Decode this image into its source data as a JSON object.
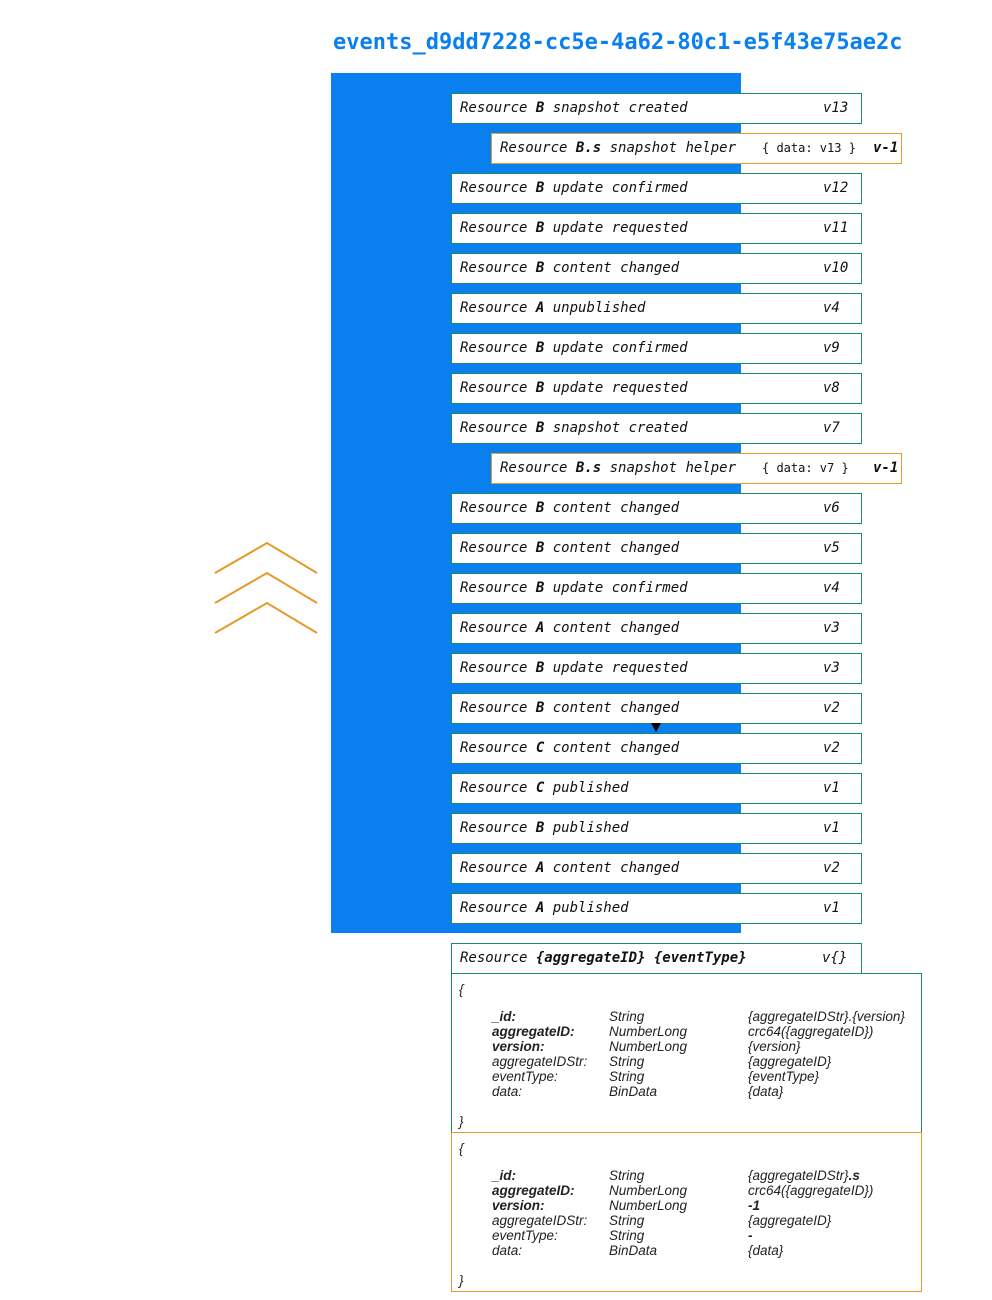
{
  "title": "events_d9dd7228-cc5e-4a62-80c1-e5f43e75ae2c",
  "events": [
    {
      "pre": "Resource ",
      "agg": "B",
      "post": " snapshot created",
      "ver": "v13"
    },
    {
      "pre": "Resource ",
      "agg": "B.s",
      "post": " snapshot helper",
      "data": "{ data: v13 }",
      "ver": "v-1",
      "helper": true
    },
    {
      "pre": "Resource ",
      "agg": "B",
      "post": " update confirmed",
      "ver": "v12"
    },
    {
      "pre": "Resource ",
      "agg": "B",
      "post": " update requested",
      "ver": "v11"
    },
    {
      "pre": "Resource ",
      "agg": "B",
      "post": " content changed",
      "ver": "v10"
    },
    {
      "pre": "Resource ",
      "agg": "A",
      "post": " unpublished",
      "ver": "v4"
    },
    {
      "pre": "Resource ",
      "agg": "B",
      "post": " update confirmed",
      "ver": "v9"
    },
    {
      "pre": "Resource ",
      "agg": "B",
      "post": " update requested",
      "ver": "v8"
    },
    {
      "pre": "Resource ",
      "agg": "B",
      "post": " snapshot created",
      "ver": "v7"
    },
    {
      "pre": "Resource ",
      "agg": "B.s",
      "post": " snapshot helper",
      "data": "{ data: v7 }",
      "ver": "v-1",
      "helper": true
    },
    {
      "pre": "Resource ",
      "agg": "B",
      "post": " content changed",
      "ver": "v6"
    },
    {
      "pre": "Resource ",
      "agg": "B",
      "post": " content changed",
      "ver": "v5"
    },
    {
      "pre": "Resource ",
      "agg": "B",
      "post": " update confirmed",
      "ver": "v4"
    },
    {
      "pre": "Resource ",
      "agg": "A",
      "post": " content changed",
      "ver": "v3"
    },
    {
      "pre": "Resource ",
      "agg": "B",
      "post": " update requested",
      "ver": "v3"
    },
    {
      "pre": "Resource ",
      "agg": "B",
      "post": " content changed",
      "ver": "v2"
    },
    {
      "pre": "Resource ",
      "agg": "C",
      "post": " content changed",
      "ver": "v2"
    },
    {
      "pre": "Resource ",
      "agg": "C",
      "post": " published",
      "ver": "v1"
    },
    {
      "pre": "Resource ",
      "agg": "B",
      "post": " published",
      "ver": "v1"
    },
    {
      "pre": "Resource ",
      "agg": "A",
      "post": " content changed",
      "ver": "v2"
    },
    {
      "pre": "Resource ",
      "agg": "A",
      "post": " published",
      "ver": "v1"
    }
  ],
  "template_row": {
    "pre": "Resource ",
    "agg": "{aggregateID} {eventType}",
    "post": "",
    "ver": "v{}"
  },
  "schemas": [
    {
      "open": "{",
      "close": "}",
      "fields": [
        {
          "key": "_id:",
          "type": "String",
          "value": "{aggregateIDStr}.{version}",
          "bold": true
        },
        {
          "key": "aggregateID:",
          "type": "NumberLong",
          "value": "crc64({aggregateID})",
          "bold": true
        },
        {
          "key": "version:",
          "type": "NumberLong",
          "value": "{version}",
          "bold": true
        },
        {
          "key": "aggregateIDStr:",
          "type": "String",
          "value": "{aggregateID}"
        },
        {
          "key": "eventType:",
          "type": "String",
          "value": "{eventType}"
        },
        {
          "key": "data:",
          "type": "BinData",
          "value": "{data}"
        }
      ]
    },
    {
      "open": "{",
      "close": "}",
      "fields": [
        {
          "key": "_id:",
          "type": "String",
          "value": "{aggregateIDStr}",
          "value_bold": ".s",
          "bold": true
        },
        {
          "key": "aggregateID:",
          "type": "NumberLong",
          "value": "crc64({aggregateID})",
          "bold": true
        },
        {
          "key": "version:",
          "type": "NumberLong",
          "value_bold": "-1",
          "value": "",
          "bold": true
        },
        {
          "key": "aggregateIDStr:",
          "type": "String",
          "value": "{aggregateID}"
        },
        {
          "key": "eventType:",
          "type": "String",
          "value_bold": "-",
          "value": ""
        },
        {
          "key": "data:",
          "type": "BinData",
          "value": "{data}"
        }
      ]
    }
  ],
  "colors": {
    "blue": "#0a7ff0",
    "green": "#1a8a6e",
    "orange": "#e39a2b"
  }
}
